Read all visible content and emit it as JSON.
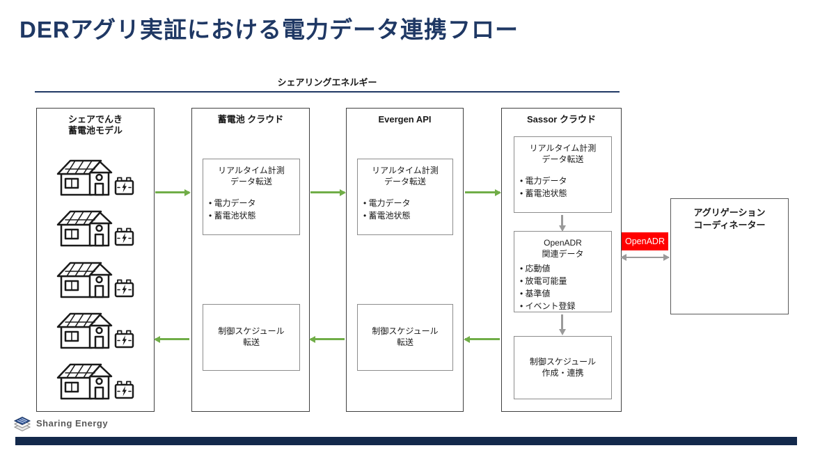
{
  "title": "DERアグリ実証における電力データ連携フロー",
  "group_label": "シェアリングエネルギー",
  "columns": {
    "share_denki": {
      "header": "シェアでんき\n蓄電池モデル",
      "house_count": 5
    },
    "battery_cloud": {
      "header": "蓄電池 クラウド",
      "realtime": {
        "title": "リアルタイム計測\nデータ転送",
        "bullets": [
          "電力データ",
          "蓄電池状態"
        ]
      },
      "schedule": {
        "title": "制御スケジュール\n転送"
      }
    },
    "evergen": {
      "header": "Evergen API",
      "realtime": {
        "title": "リアルタイム計測\nデータ転送",
        "bullets": [
          "電力データ",
          "蓄電池状態"
        ]
      },
      "schedule": {
        "title": "制御スケジュール\n転送"
      }
    },
    "sassor": {
      "header": "Sassor クラウド",
      "realtime": {
        "title": "リアルタイム計測\nデータ転送",
        "bullets": [
          "電力データ",
          "蓄電池状態"
        ]
      },
      "openadr": {
        "title": "OpenADR\n関連データ",
        "bullets": [
          "応動値",
          "放電可能量",
          "基準値",
          "イベント登録"
        ]
      },
      "schedule": {
        "title": "制御スケジュール\n作成・連携"
      }
    }
  },
  "aggregator": {
    "label": "アグリゲーション\nコーディネーター"
  },
  "openadr_badge": "OpenADR",
  "footer": {
    "logo_text": "Sharing Energy"
  },
  "colors": {
    "title_navy": "#1f3864",
    "arrow_green": "#70ad47",
    "arrow_gray": "#9a9a9a",
    "openadr_red": "#ff0000",
    "bottom_bar_navy": "#13294b"
  }
}
